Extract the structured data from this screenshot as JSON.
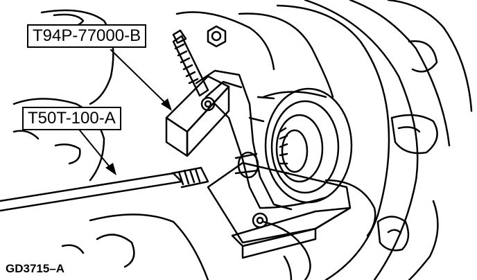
{
  "callouts": {
    "tool_1": "T94P-77000-B",
    "tool_2": "T50T-100-A"
  },
  "figure_id": "GD3715–A",
  "colors": {
    "line": "#000000",
    "background": "#ffffff"
  }
}
